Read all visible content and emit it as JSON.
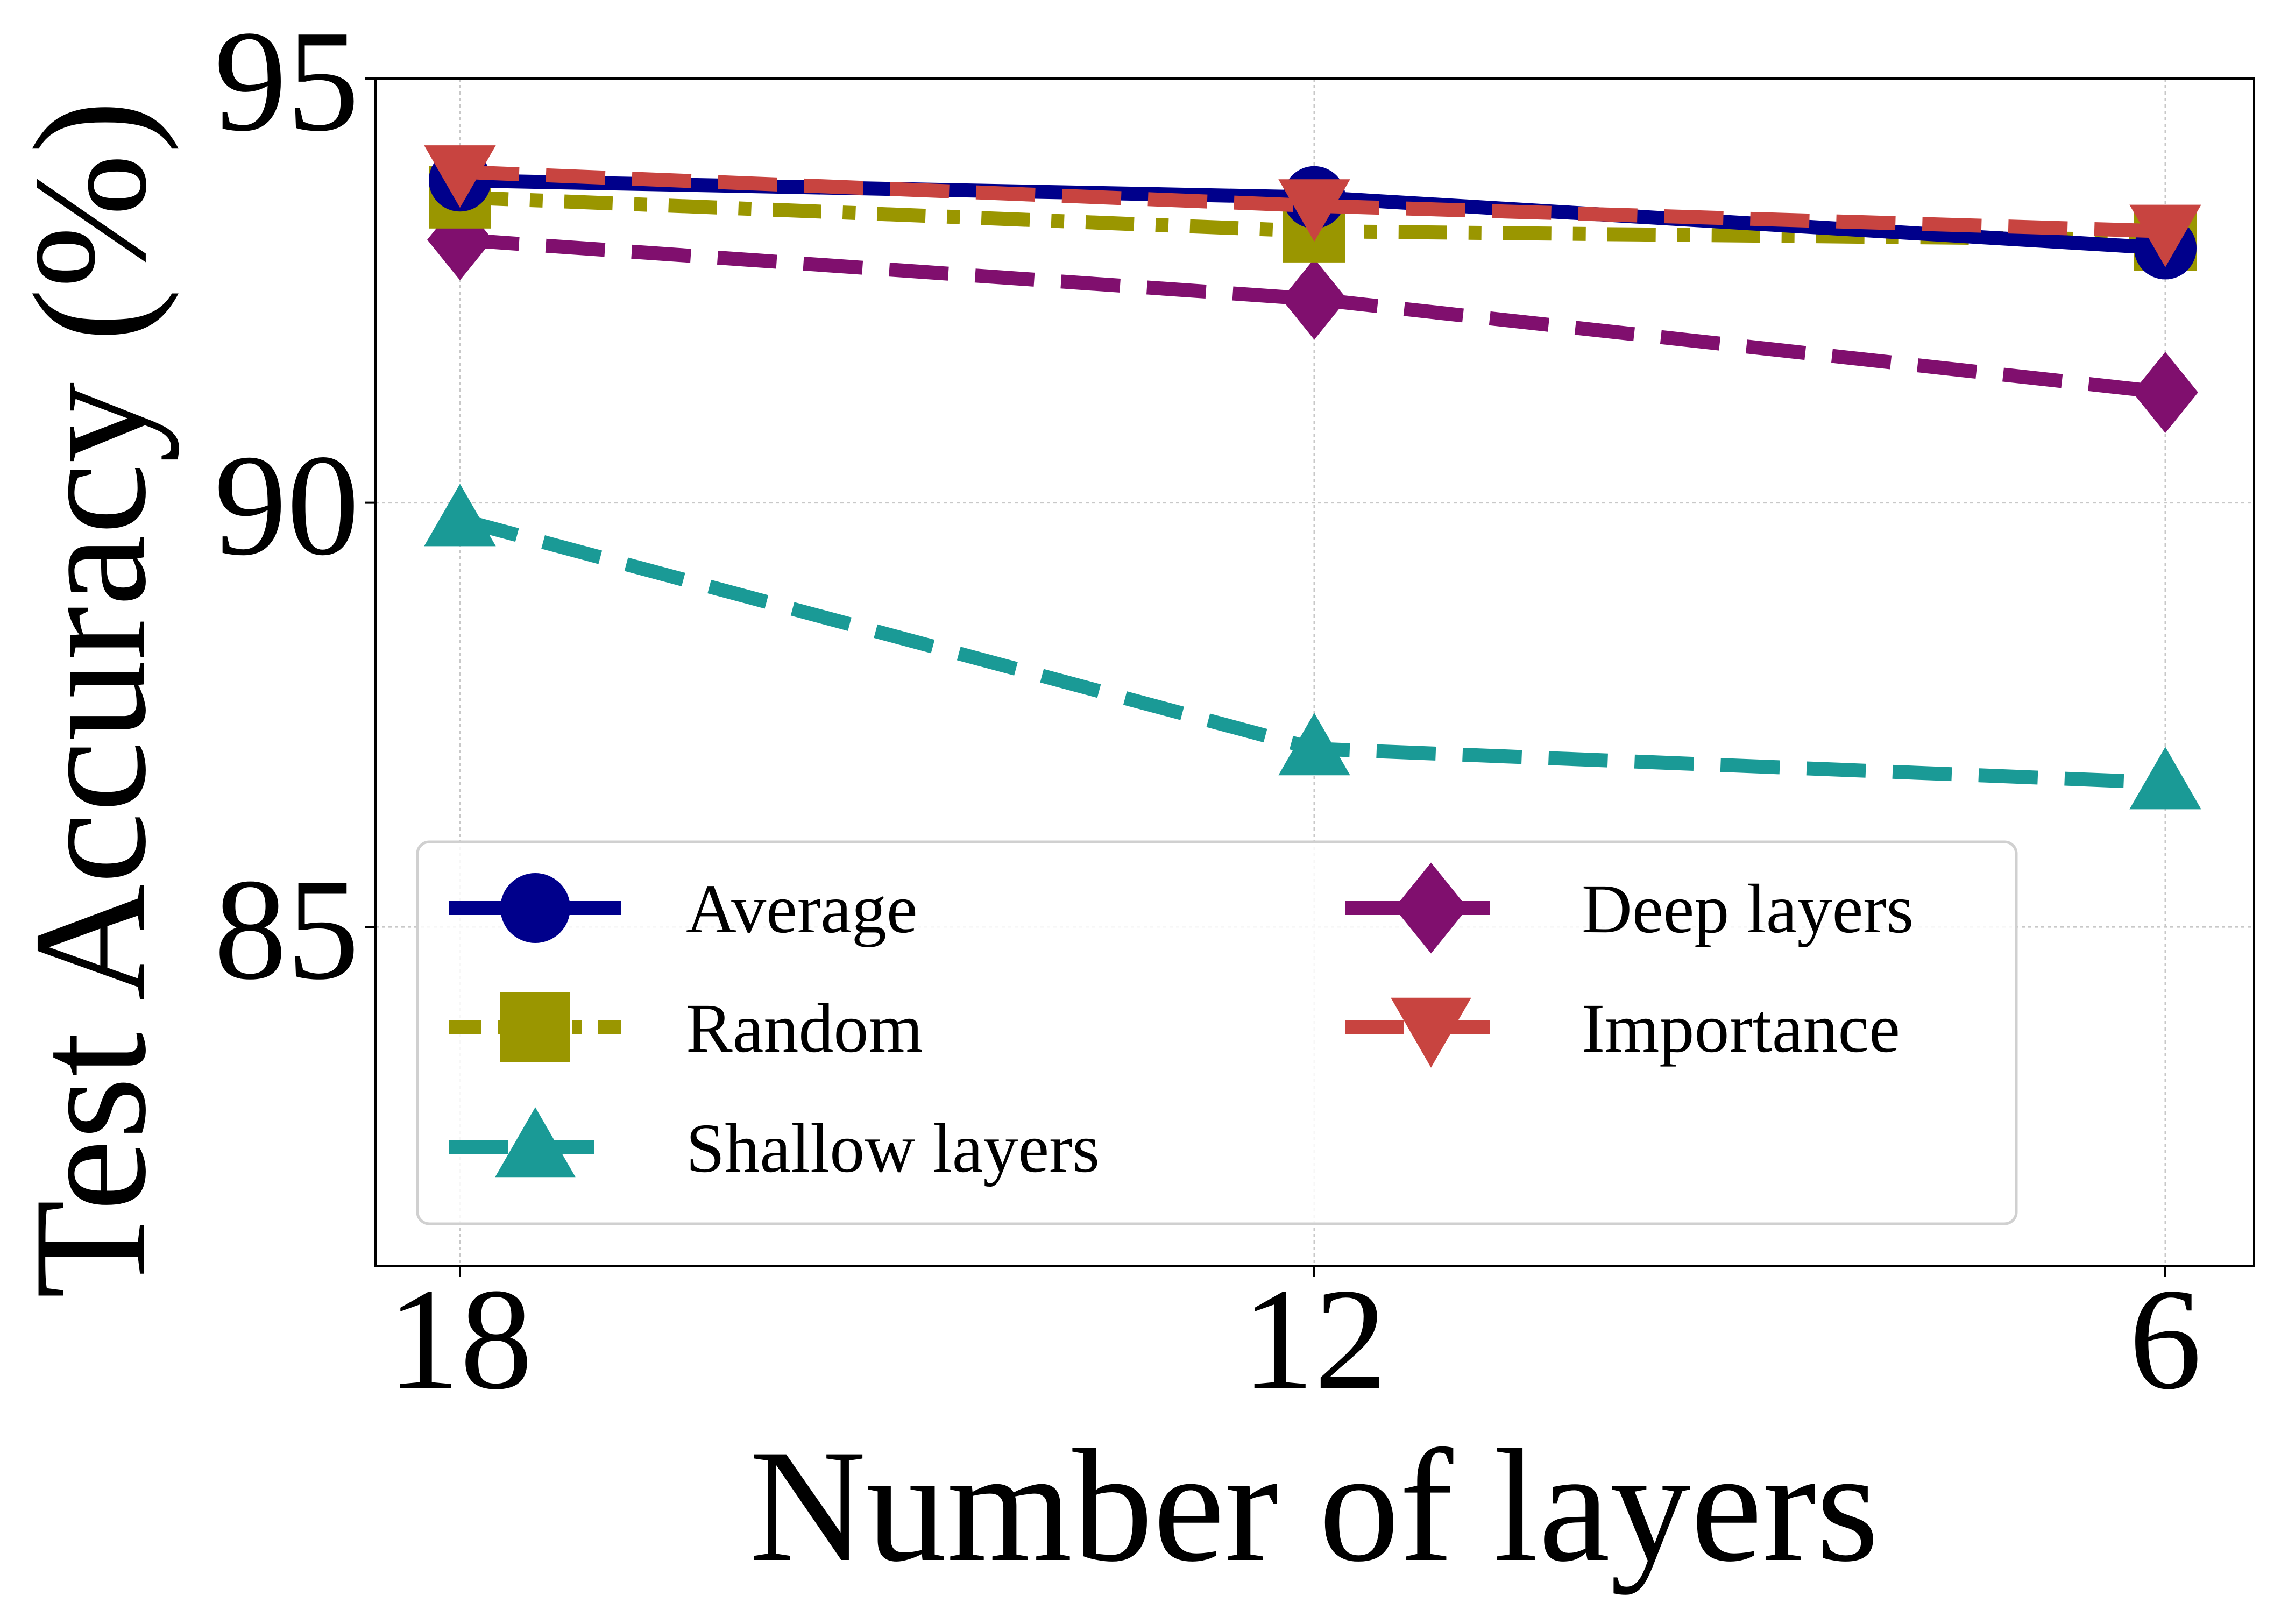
{
  "chart_data": {
    "type": "line",
    "xlabel": "Number of layers",
    "ylabel": "Test Accuracy (%)",
    "x": [
      18,
      12,
      6
    ],
    "x_tick_labels": [
      "18",
      "12",
      "6"
    ],
    "y_tick_labels": [
      "85",
      "90",
      "95"
    ],
    "yticks": [
      85,
      90,
      95
    ],
    "ylim": [
      81,
      95
    ],
    "xaxis_inverted": true,
    "grid": true,
    "legend_position": "lower-left",
    "series": [
      {
        "name": "Average",
        "values": [
          93.8,
          93.6,
          93.0
        ],
        "color": "#00008b",
        "marker": "circle",
        "dash": "solid"
      },
      {
        "name": "Random",
        "values": [
          93.6,
          93.2,
          93.1
        ],
        "color": "#9a9600",
        "marker": "square",
        "dash": "dash-dot"
      },
      {
        "name": "Shallow layers",
        "values": [
          89.8,
          87.1,
          86.7
        ],
        "color": "#1a9a96",
        "marker": "triangle-up",
        "dash": "dashed"
      },
      {
        "name": "Deep layers",
        "values": [
          93.1,
          92.4,
          91.3
        ],
        "color": "#800f6e",
        "marker": "diamond",
        "dash": "dashed"
      },
      {
        "name": "Importance",
        "values": [
          93.9,
          93.5,
          93.2
        ],
        "color": "#c84440",
        "marker": "triangle-down",
        "dash": "dashed"
      }
    ]
  }
}
